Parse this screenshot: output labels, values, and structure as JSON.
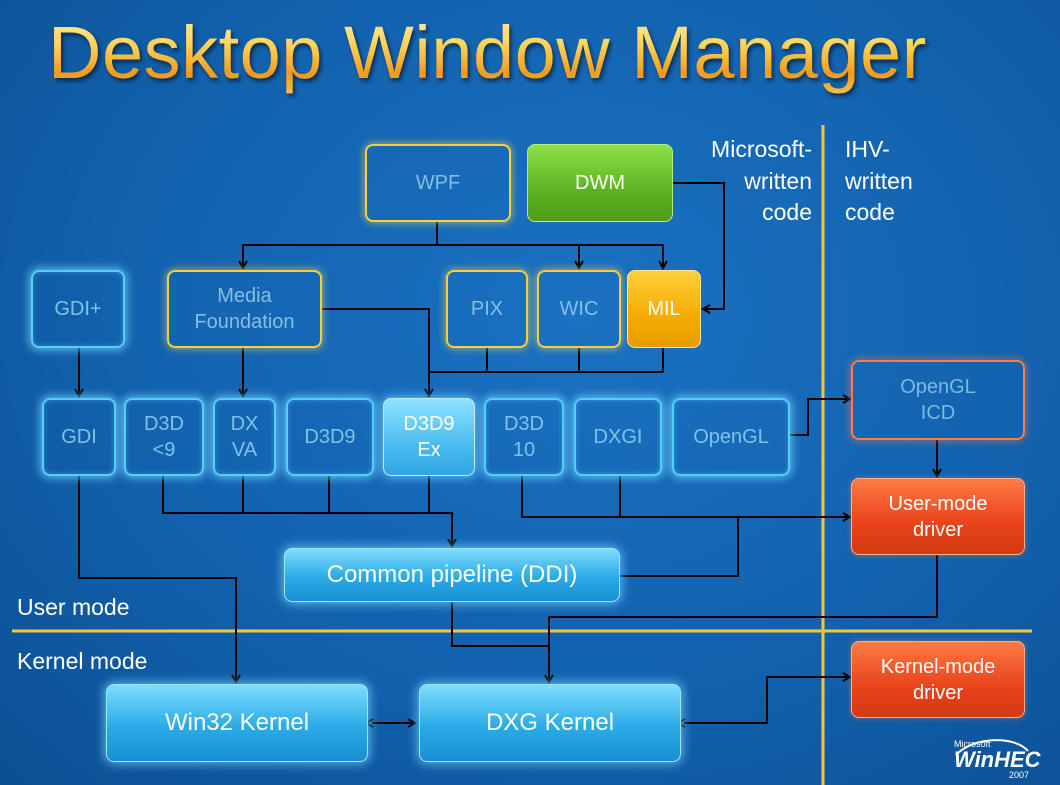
{
  "title": "Desktop Window Manager",
  "labels": {
    "microsoft": [
      "Microsoft-",
      "written",
      "code"
    ],
    "ihv": [
      "IHV-",
      "written",
      "code"
    ],
    "user_mode": "User mode",
    "kernel_mode": "Kernel mode"
  },
  "boxes": {
    "wpf": "WPF",
    "dwm": "DWM",
    "gdiplus": "GDI+",
    "media_foundation": [
      "Media",
      "Foundation"
    ],
    "pix": "PIX",
    "wic": "WIC",
    "mil": "MIL",
    "gdi": "GDI",
    "d3d9_legacy": [
      "D3D",
      "<9"
    ],
    "dxva": [
      "DX",
      "VA"
    ],
    "d3d9": "D3D9",
    "d3d9ex": [
      "D3D9",
      "Ex"
    ],
    "d3d10": [
      "D3D",
      "10"
    ],
    "dxgi": "DXGI",
    "opengl": "OpenGL",
    "opengl_icd": [
      "OpenGL",
      "ICD"
    ],
    "user_mode_driver": [
      "User-mode",
      "driver"
    ],
    "common_pipeline": "Common pipeline (DDI)",
    "win32_kernel": "Win32 Kernel",
    "dxg_kernel": "DXG Kernel",
    "kernel_mode_driver": [
      "Kernel-mode",
      "driver"
    ]
  },
  "logo": {
    "small": "Microsoft",
    "main": "WinHEC",
    "year": "2007"
  },
  "colors": {
    "title_gradient": [
      "#fff0b3",
      "#f39a1b"
    ],
    "background": "#1466b3",
    "divider": "#f2c53d",
    "connector": "#000000",
    "glow_blue": "#4fd0ff",
    "outline_yellow": "#f7cf3b",
    "dwm_green": "#5cb320",
    "mil_gold": "#f5ab00",
    "driver_red": "#e8431a"
  }
}
